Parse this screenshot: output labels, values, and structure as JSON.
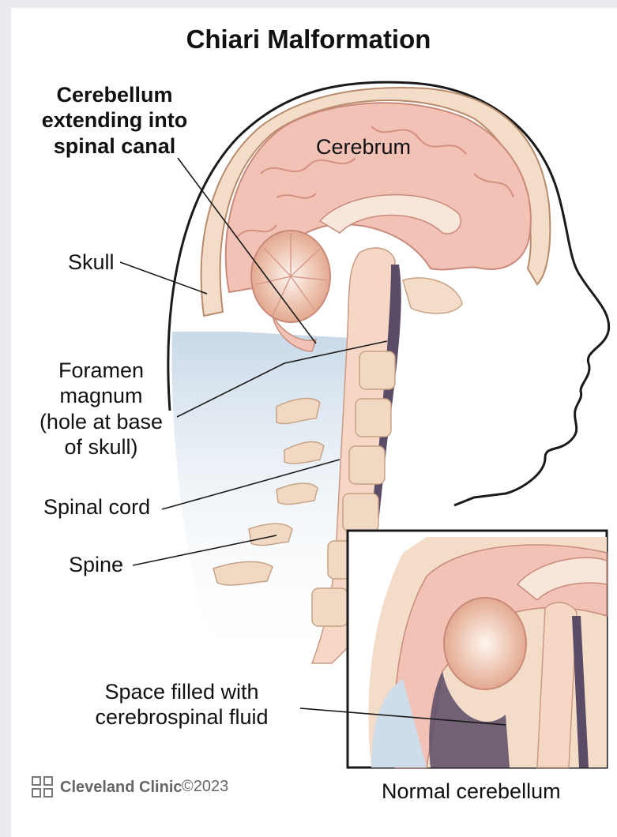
{
  "title": "Chiari Malformation",
  "labels": {
    "cerebellum_extending": [
      "Cerebellum",
      "extending into",
      "spinal canal"
    ],
    "cerebrum": "Cerebrum",
    "skull": "Skull",
    "foramen_magnum": [
      "Foramen",
      "magnum",
      "(hole at base",
      "of skull)"
    ],
    "spinal_cord": "Spinal cord",
    "spine": "Spine",
    "csf_space": [
      "Space filled with",
      "cerebrospinal fluid"
    ],
    "inset_caption": "Normal cerebellum"
  },
  "footer": {
    "brand": "Cleveland Clinic",
    "copyright": "©2023"
  },
  "colors": {
    "brain": "#f2c2b6",
    "brain_dark": "#d99a8c",
    "bone": "#f4ddc8",
    "csf": "#5a4b66",
    "tissue": "#cfdce9",
    "outline": "#1a1a1a"
  }
}
